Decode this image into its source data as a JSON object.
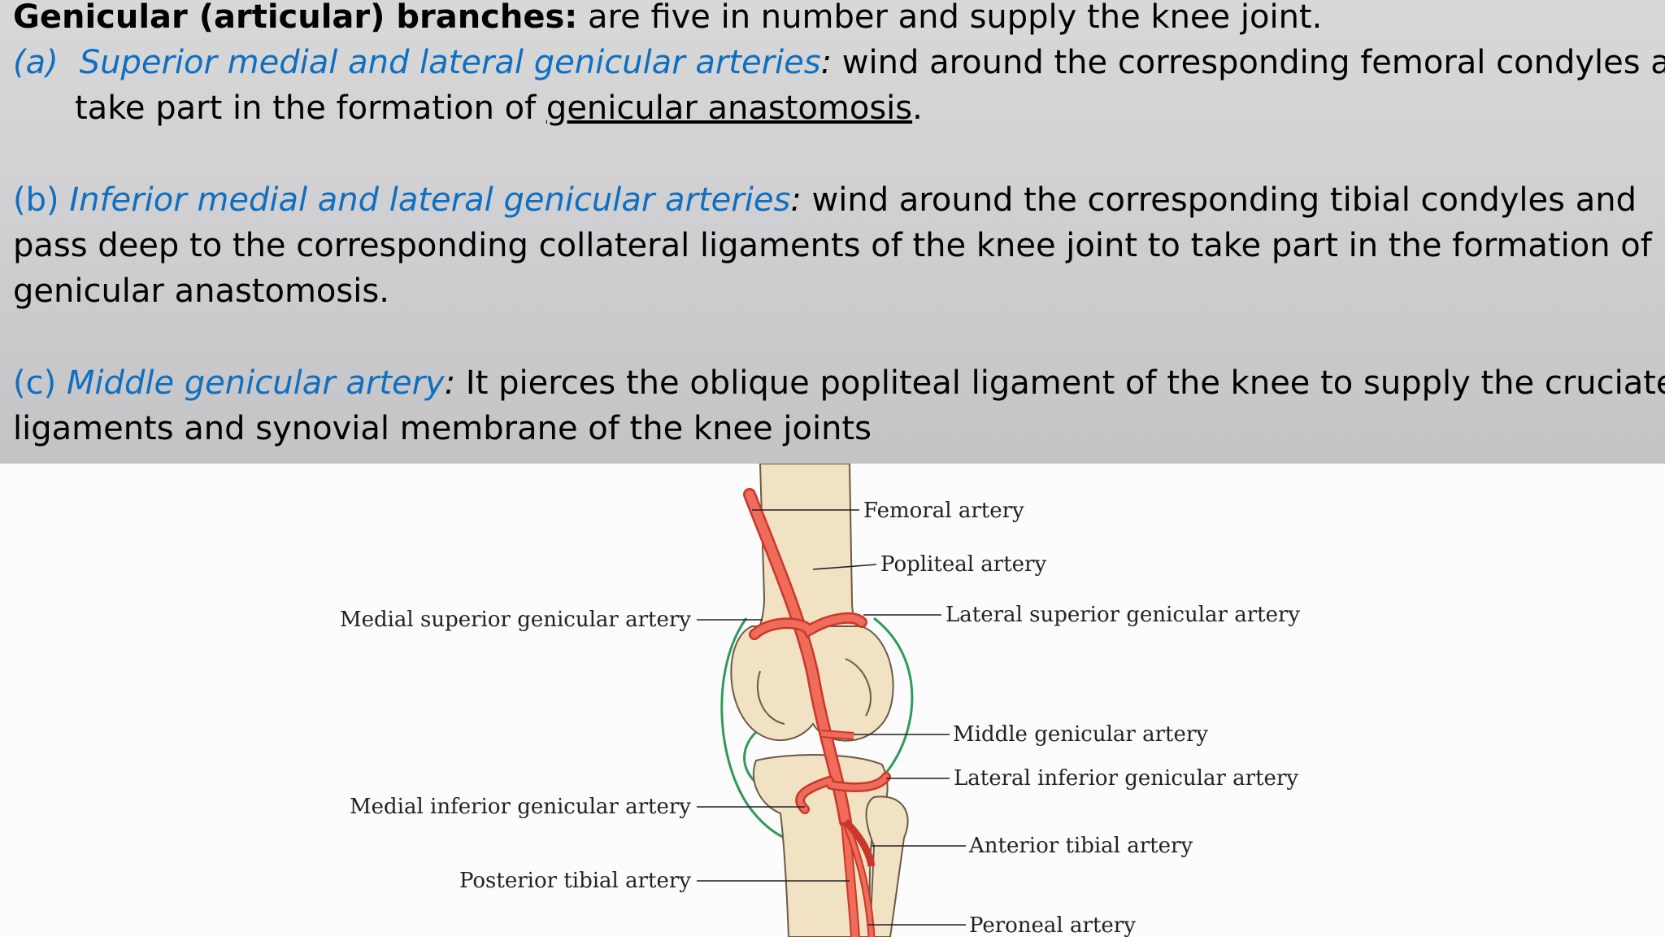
{
  "text": {
    "intro_heading": "Genicular (articular) branches:",
    "intro_rest": " are five in number and supply the knee joint.",
    "a_marker": "(a)",
    "a_title": "Superior medial and lateral genicular arteries",
    "a_colon": ":",
    "a_line1_rest": " wind around the corresponding femoral condyles and",
    "a_line2_pre": "take part in the formation of ",
    "a_line2_link": "genicular anastomosis",
    "a_line2_post": ".",
    "b_marker": "(b)",
    "b_title": "Inferior medial and lateral genicular arteries",
    "b_colon": ":",
    "b_line1_rest": " wind around the corresponding tibial condyles and",
    "b_line2": "pass deep to the corresponding collateral ligaments of the knee joint to take part in the formation of",
    "b_line3": "genicular anastomosis.",
    "c_marker": "(c)",
    "c_title": "Middle genicular artery",
    "c_colon": ":",
    "c_line1_rest": " It pierces the oblique popliteal ligament of the knee to supply the cruciate",
    "c_line2": "ligaments and synovial membrane of the knee joints"
  },
  "diagram": {
    "labels": {
      "femoral": "Femoral artery",
      "popliteal": "Popliteal artery",
      "medial_superior": "Medial superior genicular artery",
      "lateral_superior": "Lateral superior genicular artery",
      "middle": "Middle genicular artery",
      "lateral_inferior": "Lateral inferior genicular artery",
      "medial_inferior": "Medial inferior genicular artery",
      "anterior_tibial": "Anterior tibial artery",
      "posterior_tibial": "Posterior tibial artery",
      "peroneal": "Peroneal artery"
    },
    "colors": {
      "artery": "#ef6b5a",
      "artery_outline": "#c9382b",
      "bone": "#f2e2c4",
      "bone_outline": "#6b5a44",
      "anastomosis": "#2e9a5c",
      "heading_blue": "#0e6fc2"
    }
  }
}
